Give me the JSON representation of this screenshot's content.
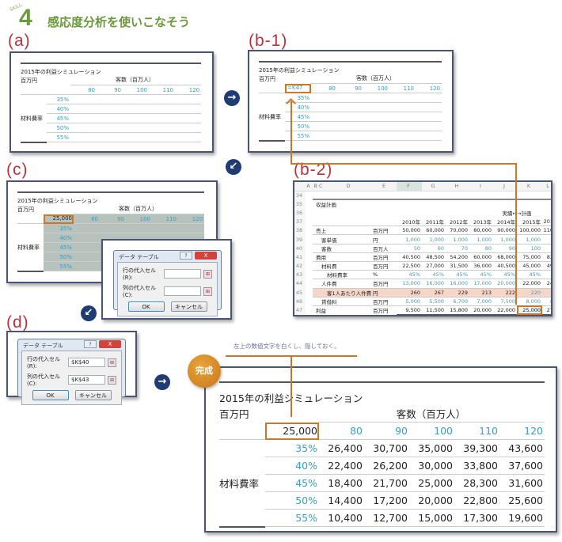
{
  "header": {
    "skill_label": "SKILL",
    "number": "4",
    "title": "感応度分析を使いこなそう"
  },
  "steps": {
    "a": "(a)",
    "b1": "(b-1)",
    "b2": "(b-2)",
    "c": "(c)",
    "d": "(d)"
  },
  "icons": {
    "arrow_right": "→",
    "arrow_down_left": "↙"
  },
  "colors": {
    "accent_blue": "#3a9ec4",
    "orange": "#c8772b",
    "navy": "#1f3d73",
    "green": "#6a9a3a",
    "step_red": "#b8343c"
  },
  "sim": {
    "title": "2015年の利益シミュレーション",
    "unit": "百万円",
    "col_header": "客数（百万人）",
    "row_header": "材料費率",
    "cols": [
      "80",
      "90",
      "100",
      "110",
      "120"
    ],
    "rows": [
      "35%",
      "40%",
      "45%",
      "50%",
      "55%"
    ]
  },
  "b1": {
    "corner": "=K47"
  },
  "c": {
    "corner": "25,000"
  },
  "dialog": {
    "title": "データ テーブル",
    "help": "?",
    "close": "X",
    "row_label": "行の代入セル(R):",
    "col_label": "列の代入セル(C):",
    "ok": "OK",
    "cancel": "キャンセル",
    "ref_icon": "⊞"
  },
  "d": {
    "row_value": "$K$40",
    "col_value": "$K$43"
  },
  "spreadsheet": {
    "col_headers": [
      "",
      "A",
      "B C",
      "D",
      "E",
      "F",
      "G",
      "H",
      "I",
      "J",
      "K",
      "L"
    ],
    "rows": [
      {
        "n": "34",
        "label": "",
        "unit": "",
        "vals": []
      },
      {
        "n": "35",
        "label": "収益計画",
        "unit": "",
        "vals": []
      },
      {
        "n": "36",
        "label": "",
        "unit": "",
        "vals": [
          "",
          "",
          "",
          "",
          "実績←→計画",
          "",
          ""
        ]
      },
      {
        "n": "37",
        "label": "",
        "unit": "",
        "vals": [
          "2010年",
          "2011年",
          "2012年",
          "2013年",
          "2014年",
          "2015年",
          "201"
        ]
      },
      {
        "n": "38",
        "label": "売上",
        "unit": "百万円",
        "indent": 0,
        "vals": [
          "50,000",
          "60,000",
          "70,000",
          "80,000",
          "90,000",
          "100,000",
          "110"
        ],
        "blue": []
      },
      {
        "n": "39",
        "label": "客単価",
        "unit": "円",
        "indent": 1,
        "vals": [
          "1,000",
          "1,000",
          "1,000",
          "1,000",
          "1,000",
          "1,000",
          "1"
        ],
        "blue": [
          0,
          1,
          2,
          3,
          4,
          5,
          6
        ]
      },
      {
        "n": "40",
        "label": "客数",
        "unit": "百万人",
        "indent": 1,
        "vals": [
          "50",
          "60",
          "70",
          "80",
          "90",
          "100",
          ""
        ],
        "blue": [
          0,
          1,
          2,
          3,
          4,
          5
        ]
      },
      {
        "n": "41",
        "label": "費用",
        "unit": "百万円",
        "indent": 0,
        "vals": [
          "40,500",
          "48,500",
          "54,200",
          "60,000",
          "68,000",
          "75,000",
          "82"
        ],
        "blue": []
      },
      {
        "n": "42",
        "label": "材料費",
        "unit": "百万円",
        "indent": 1,
        "vals": [
          "22,500",
          "27,000",
          "31,500",
          "36,000",
          "40,500",
          "45,000",
          "49"
        ],
        "blue": []
      },
      {
        "n": "43",
        "label": "材料費率",
        "unit": "%",
        "indent": 2,
        "vals": [
          "45%",
          "45%",
          "45%",
          "45%",
          "45%",
          "45%",
          ""
        ],
        "blue": [
          0,
          1,
          2,
          3,
          4,
          5
        ]
      },
      {
        "n": "44",
        "label": "人件費",
        "unit": "百万円",
        "indent": 1,
        "vals": [
          "13,000",
          "16,000",
          "16,000",
          "17,000",
          "20,000",
          "22,000",
          "24"
        ],
        "blue": [
          0,
          1,
          2,
          3,
          4
        ]
      },
      {
        "n": "45",
        "label": "客1人あたり人件費",
        "unit": "円",
        "indent": 2,
        "pink": true,
        "vals": [
          "260",
          "267",
          "229",
          "213",
          "222",
          "220",
          ""
        ],
        "blue": [
          5
        ]
      },
      {
        "n": "46",
        "label": "賃借料",
        "unit": "百万円",
        "indent": 1,
        "vals": [
          "5,000",
          "5,500",
          "6,700",
          "7,000",
          "7,500",
          "8,000",
          "8"
        ],
        "blue": [
          0,
          1,
          2,
          3,
          4,
          5,
          6
        ]
      },
      {
        "n": "47",
        "label": "利益",
        "unit": "百万円",
        "indent": 0,
        "vals": [
          "9,500",
          "11,500",
          "15,800",
          "20,000",
          "22,000",
          "25,000",
          "27"
        ],
        "blue": []
      }
    ]
  },
  "final": {
    "badge": "完成",
    "note": "左上の数値文字を白くし、隠しておく。",
    "corner": "25,000",
    "values": [
      [
        "26,400",
        "30,700",
        "35,000",
        "39,300",
        "43,600"
      ],
      [
        "22,400",
        "26,200",
        "30,000",
        "33,800",
        "37,600"
      ],
      [
        "18,400",
        "21,700",
        "25,000",
        "28,300",
        "31,600"
      ],
      [
        "14,400",
        "17,200",
        "20,000",
        "22,800",
        "25,600"
      ],
      [
        "10,400",
        "12,700",
        "15,000",
        "17,300",
        "19,600"
      ]
    ]
  }
}
